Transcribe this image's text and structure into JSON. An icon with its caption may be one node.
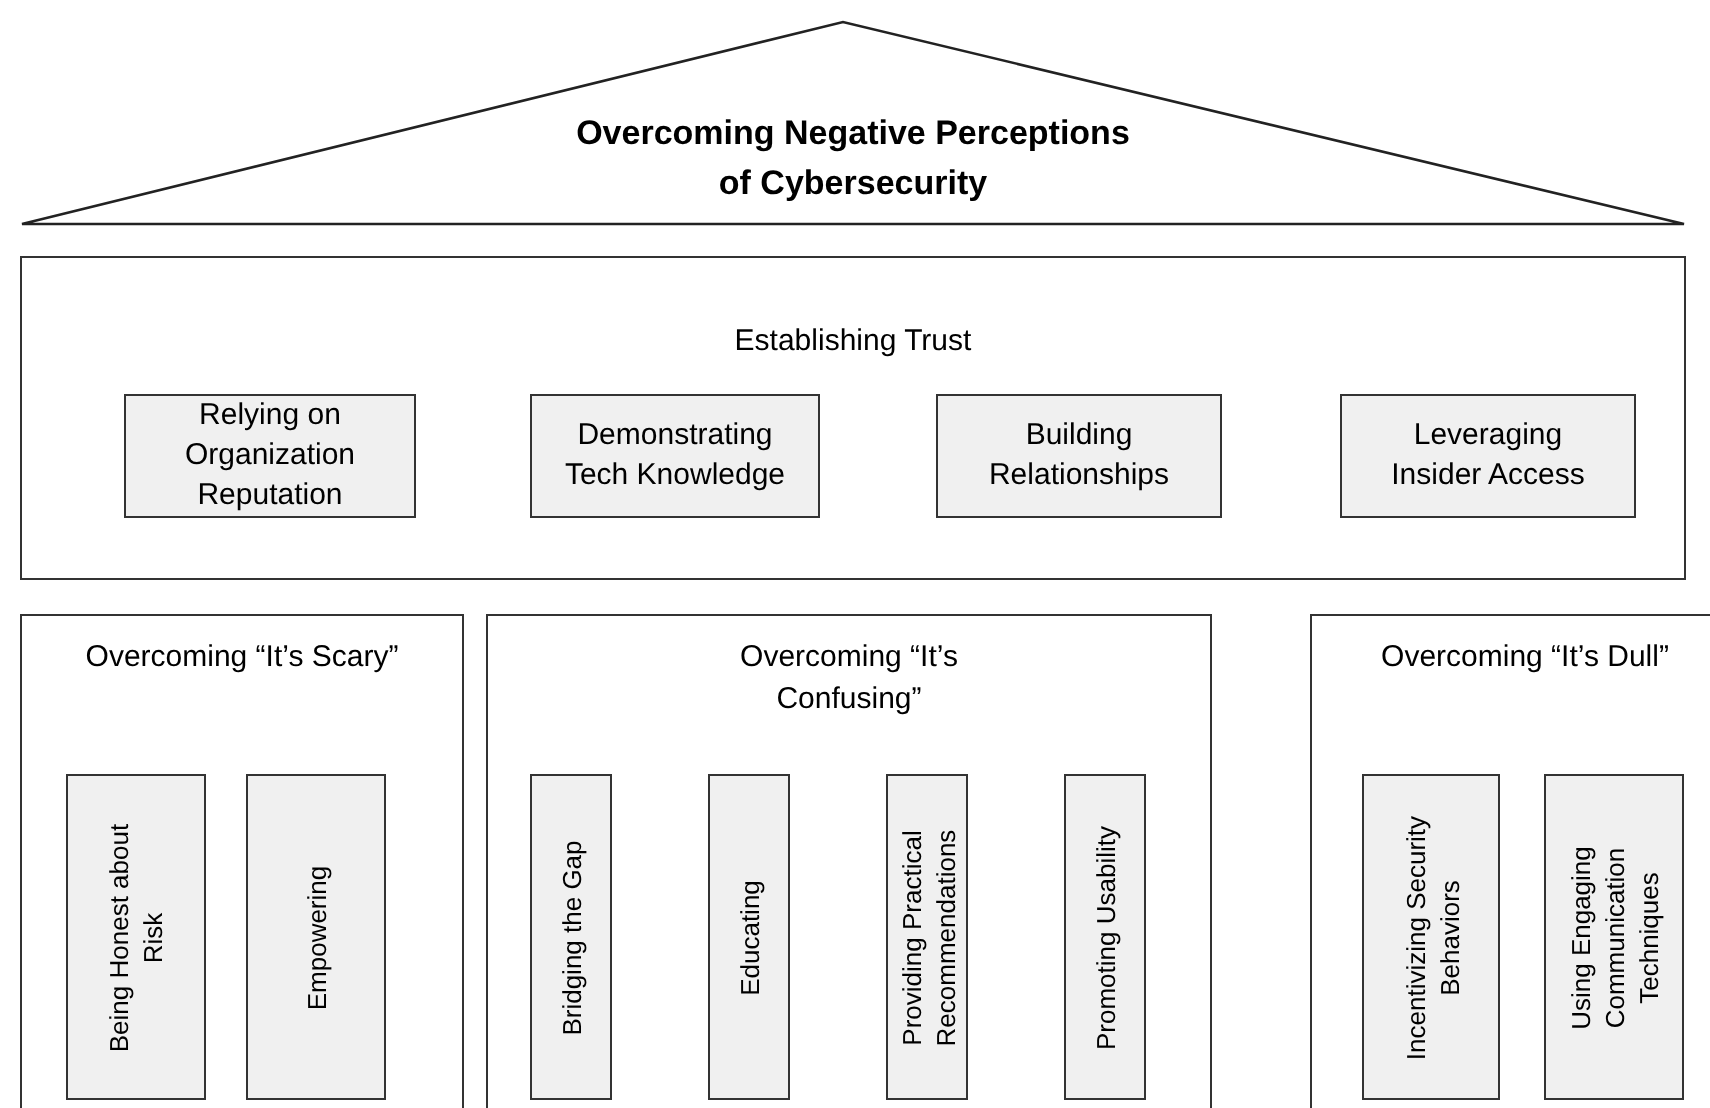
{
  "diagram": {
    "nodes": [
      {
        "text": [
          "Overcoming Negative Perceptions of Cybersecurity"
        ]
      },
      {
        "text": [
          "Establishing Trust"
        ]
      },
      {
        "text": [
          "Relying on Organization Reputation"
        ],
        "in": 1
      },
      {
        "text": [
          "Demonstrating Tech Knowledge"
        ],
        "in": 1
      },
      {
        "text": [
          "Building Relationships"
        ],
        "in": 1
      },
      {
        "text": [
          "Leveraging Insider Access"
        ],
        "in": 1
      },
      {
        "text": [
          "Overcoming “It’s Scary”"
        ]
      },
      {
        "text": [
          "Being Honest about Risk"
        ],
        "in": 6
      },
      {
        "text": [
          "Empowering"
        ],
        "in": 6
      },
      {
        "text": [
          "Overcoming “It’s Confusing”"
        ]
      },
      {
        "text": [
          "Bridging the Gap"
        ],
        "in": 9
      },
      {
        "text": [
          "Educating"
        ],
        "in": 9
      },
      {
        "text": [
          "Providing Practical Recommendations"
        ],
        "in": 9
      },
      {
        "text": [
          "Promoting Usability"
        ],
        "in": 9
      },
      {
        "text": [
          "Overcoming “It’s Dull”"
        ]
      },
      {
        "text": [
          "Incentivizing Security Behaviors"
        ],
        "in": 14
      },
      {
        "text": [
          "Using Engaging Communication Techniques"
        ],
        "in": 14
      }
    ]
  }
}
